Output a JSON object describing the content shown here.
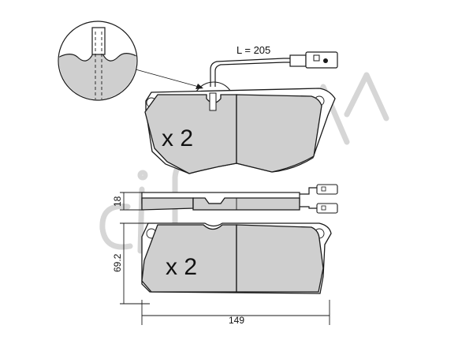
{
  "drawing": {
    "cable_length_label": "L = 205",
    "top_quantity": "x 2",
    "bottom_quantity": "x 2",
    "thickness_label": "18",
    "height_label": "69.2",
    "width_label": "149",
    "watermark_text": "cifam"
  },
  "icons": {
    "sensor_plug": "wear-sensor-connector-icon",
    "detail": "magnified-detail-icon"
  }
}
